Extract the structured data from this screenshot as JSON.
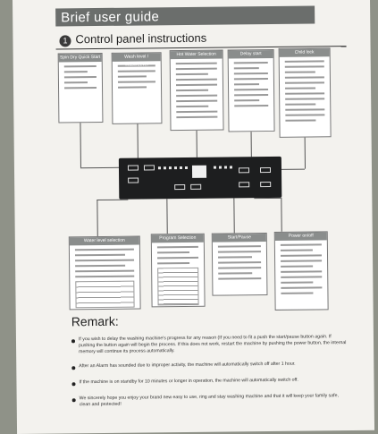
{
  "header": {
    "title": "Brief user guide"
  },
  "section": {
    "number": "1",
    "title": "Control panel instructions"
  },
  "remark": {
    "heading": "Remark:",
    "items": [
      "If you wish to delay the washing machine's progress for any reason (If you need to fit a push the start/pause button again. If pushing the button again will begin the process. If this does not work, restart the machine by pushing the power button, the internal memory will continue its process automatically.",
      "After an Alarm has sounded due to improper activity, the machine will automatically switch off after 1 hour.",
      "If the machine is on standby for 10 minutes or longer in operation, the machine will automatically switch off.",
      "We sincerely hope you enjoy your brand new easy to use, ring and stay washing machine and that it will keep your family safe, clean and protected!"
    ]
  },
  "boxes": [
    {
      "label": "Spin Dry Quick Start"
    },
    {
      "label": "Wash level / Wash/Level"
    },
    {
      "label": "Hot Water Selection"
    },
    {
      "label": "Delay start"
    },
    {
      "label": "Child lock"
    },
    {
      "label": "Water level selection"
    },
    {
      "label": "Program Selection"
    },
    {
      "label": "Start/Pause"
    },
    {
      "label": "Power on/off"
    }
  ]
}
